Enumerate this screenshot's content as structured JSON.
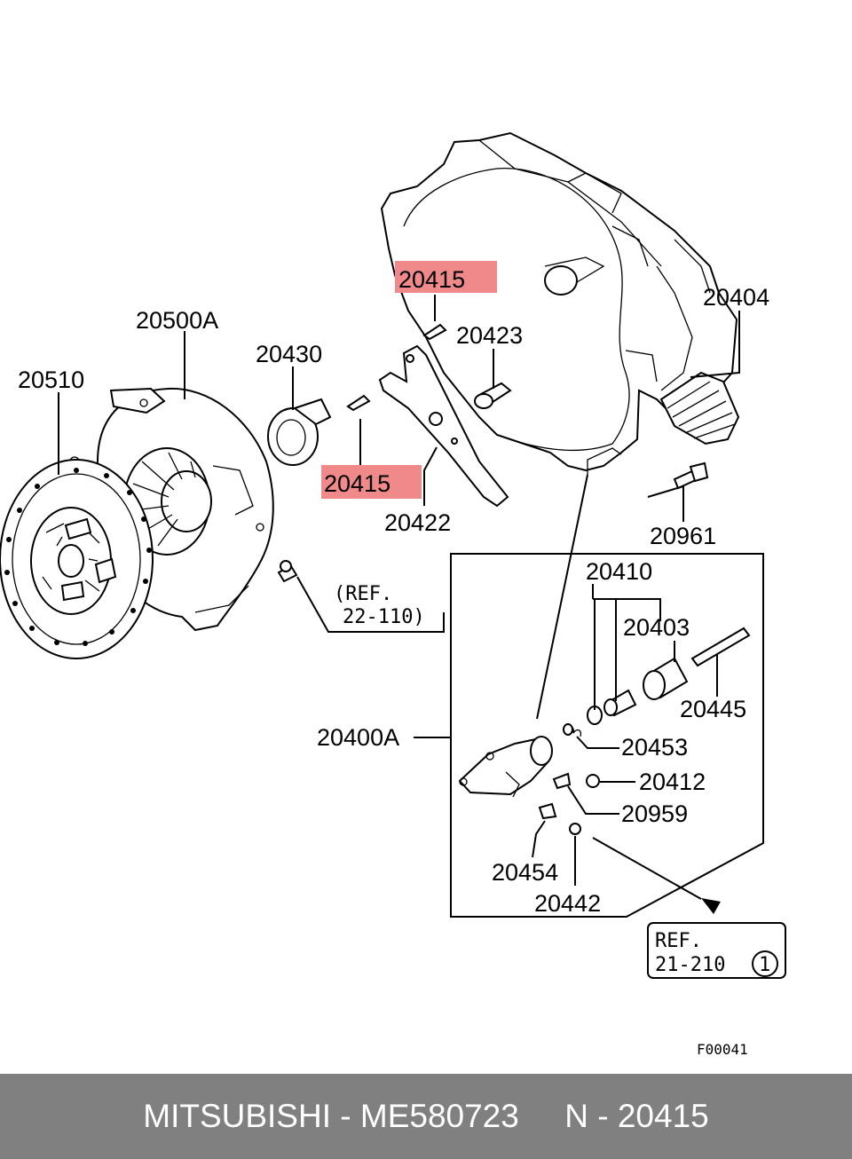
{
  "diagram": {
    "labels": {
      "l20415_top": "20415",
      "l20423": "20423",
      "l20404": "20404",
      "l20500A": "20500A",
      "l20430": "20430",
      "l20510": "20510",
      "l20415_bottom": "20415",
      "l20422": "20422",
      "l20961": "20961",
      "l20410": "20410",
      "l20403": "20403",
      "l20445": "20445",
      "l20400A": "20400A",
      "l20453": "20453",
      "l20412": "20412",
      "l20959": "20959",
      "l20454": "20454",
      "l20442": "20442"
    },
    "ref1": {
      "line1": "(REF.",
      "line2": "22-110)"
    },
    "ref2": {
      "line1": "REF.",
      "line2": "21-210",
      "circle": "1"
    },
    "figure_code": "F00041",
    "highlight_color": "#f08a8a"
  },
  "footer": {
    "text": "MITSUBISHI - ME580723     N - 20415",
    "background": "#808080"
  }
}
